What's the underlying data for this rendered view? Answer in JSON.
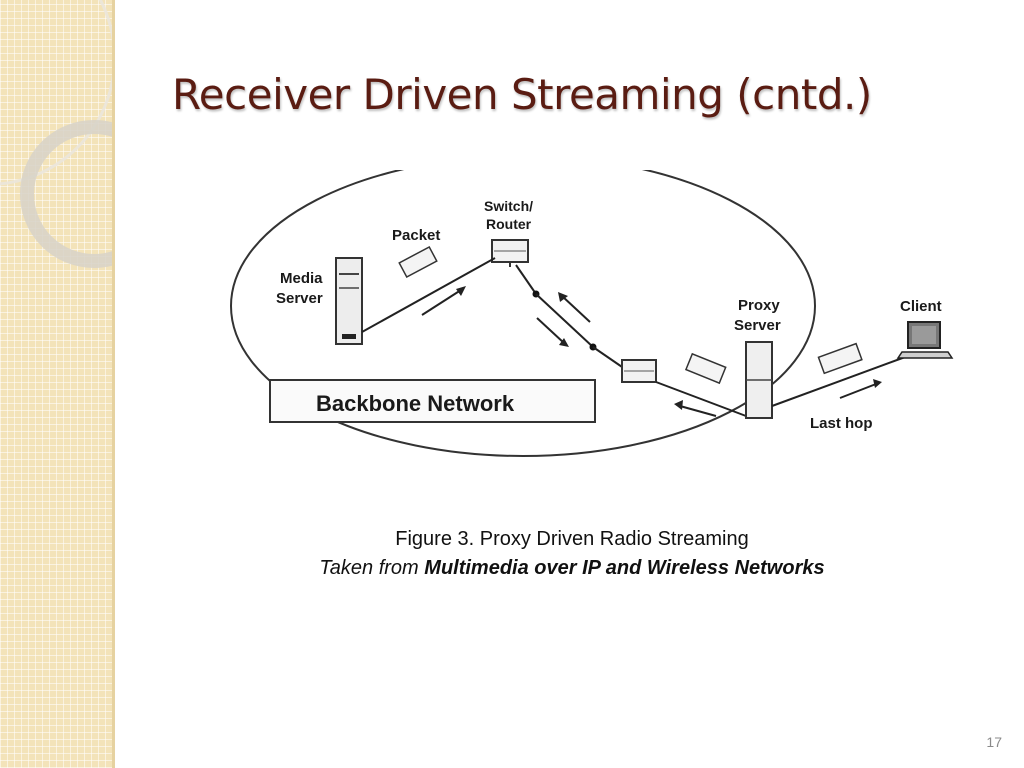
{
  "slide": {
    "title": "Receiver Driven Streaming (cntd.)",
    "number": "17"
  },
  "figure": {
    "labels": {
      "media_server_line1": "Media",
      "media_server_line2": "Server",
      "packet": "Packet",
      "switch_line1": "Switch/",
      "switch_line2": "Router",
      "proxy_line1": "Proxy",
      "proxy_line2": "Server",
      "client": "Client",
      "last_hop": "Last hop",
      "backbone": "Backbone Network"
    }
  },
  "caption": {
    "line1": "Figure 3. Proxy Driven Radio Streaming",
    "line2_prefix": "Taken from ",
    "line2_source": "Multimedia over IP and Wireless Networks"
  }
}
